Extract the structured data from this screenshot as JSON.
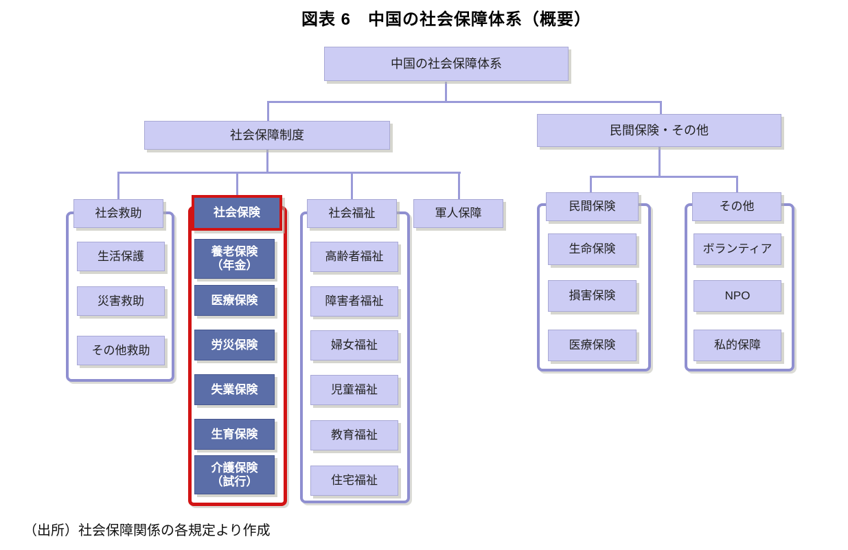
{
  "title": "図表 6　中国の社会保障体系（概要）",
  "caption": "（出所）社会保障関係の各規定より作成",
  "colors": {
    "light_box_fill": "#ccccf4",
    "dark_box_fill": "#5b6ea8",
    "highlight_red": "#d21414",
    "connector_purple": "#9a9ad8",
    "frame_purple": "#8f8fd0"
  },
  "root": {
    "label": "中国の社会保障体系"
  },
  "level2": [
    {
      "label": "社会保障制度"
    },
    {
      "label": "民間保険・その他"
    }
  ],
  "groups": [
    {
      "header": "社会救助",
      "highlighted": false,
      "children": [
        "生活保護",
        "災害救助",
        "その他救助"
      ]
    },
    {
      "header": "社会保険",
      "highlighted": true,
      "children": [
        "養老保険\n（年金）",
        "医療保険",
        "労災保険",
        "失業保険",
        "生育保険",
        "介護保険\n（試行）"
      ]
    },
    {
      "header": "社会福祉",
      "highlighted": false,
      "children": [
        "高齢者福祉",
        "障害者福祉",
        "婦女福祉",
        "児童福祉",
        "教育福祉",
        "住宅福祉"
      ]
    },
    {
      "header": "軍人保障",
      "highlighted": false,
      "children": []
    },
    {
      "header": "民間保険",
      "highlighted": false,
      "children": [
        "生命保険",
        "損害保険",
        "医療保険"
      ]
    },
    {
      "header": "その他",
      "highlighted": false,
      "children": [
        "ボランティア",
        "NPO",
        "私的保障"
      ]
    }
  ]
}
